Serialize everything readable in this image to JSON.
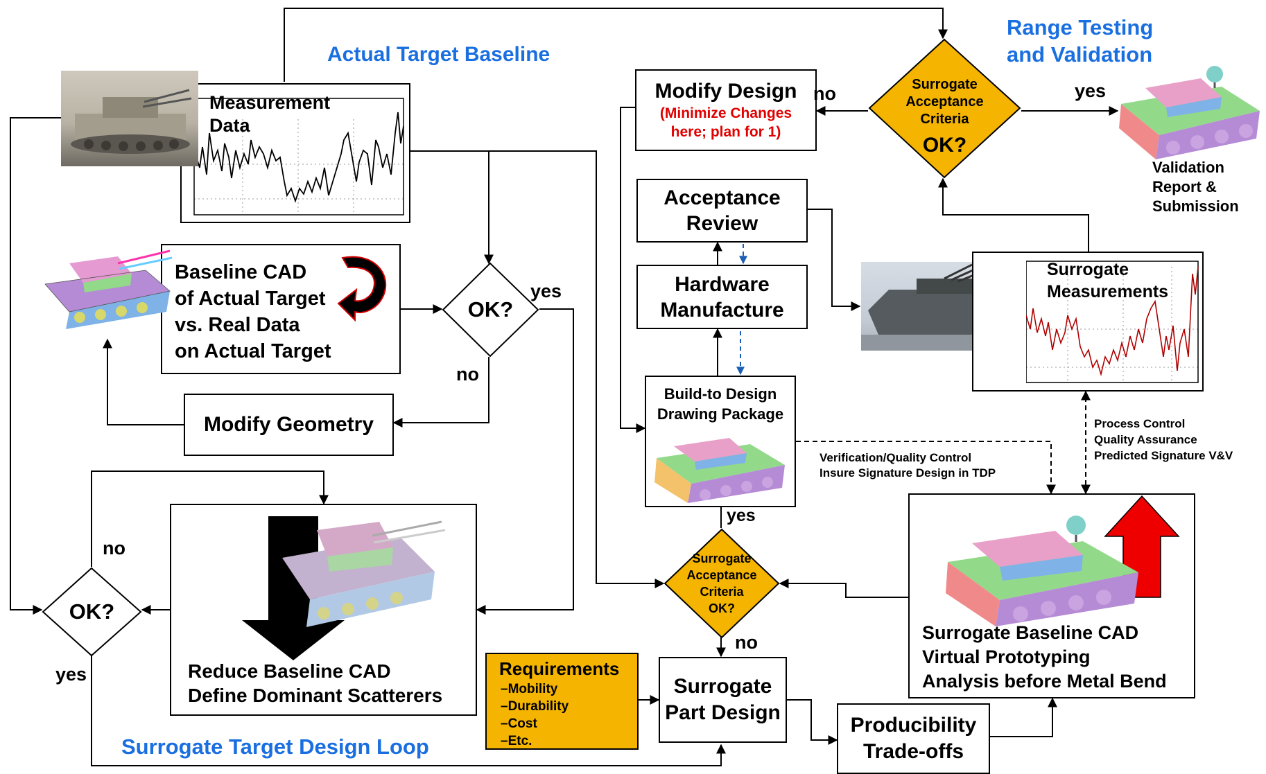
{
  "headings": {
    "actual_target_baseline": "Actual Target Baseline",
    "range_testing": [
      "Range Testing",
      "and Validation"
    ],
    "surrogate_loop": "Surrogate Target  Design Loop"
  },
  "boxes": {
    "measurement_data": [
      "Measurement",
      "Data"
    ],
    "baseline_cad": [
      "Baseline CAD",
      "of Actual Target",
      "vs. Real Data",
      "on Actual Target"
    ],
    "modify_geometry": "Modify Geometry",
    "reduce_cad": [
      "Reduce Baseline CAD",
      "Define Dominant Scatterers"
    ],
    "modify_design_title": "Modify Design",
    "modify_design_note": [
      "(Minimize Changes",
      "here; plan for 1)"
    ],
    "acceptance_review": [
      "Acceptance",
      "Review"
    ],
    "hardware_manufacture": [
      "Hardware",
      "Manufacture"
    ],
    "build_to_design": [
      "Build-to Design",
      "Drawing Package"
    ],
    "surrogate_measurements": [
      "Surrogate",
      "Measurements"
    ],
    "validation_report": [
      "Validation",
      "Report &",
      "Submission"
    ],
    "requirements_title": "Requirements",
    "requirements_items": [
      "–Mobility",
      "–Durability",
      "–Cost",
      "–Etc."
    ],
    "surrogate_part_design": [
      "Surrogate",
      "Part Design"
    ],
    "producibility": [
      "Producibility",
      "Trade-offs"
    ],
    "surrogate_baseline_cad": [
      "Surrogate Baseline CAD",
      "Virtual Prototyping",
      "Analysis before Metal Bend"
    ]
  },
  "decisions": {
    "ok_baseline": "OK?",
    "ok_reduce": "OK?",
    "surrogate_top": [
      "Surrogate",
      "Acceptance",
      "Criteria"
    ],
    "surrogate_top_ok": "OK?",
    "surrogate_mid": [
      "Surrogate",
      "Acceptance",
      "Criteria",
      "OK?"
    ]
  },
  "edge_labels": {
    "yes_baseline": "yes",
    "no_baseline": "no",
    "no_reduce": "no",
    "yes_reduce": "yes",
    "no_top": "no",
    "yes_top": "yes",
    "yes_mid": "yes",
    "no_mid": "no"
  },
  "notes": {
    "verification": [
      "Verification/Quality Control",
      "Insure Signature Design in TDP"
    ],
    "process_control": [
      "Process Control",
      "Quality Assurance",
      "Predicted Signature V&V"
    ]
  },
  "colors": {
    "heading_blue": "#1a6fe0",
    "decision_fill": "#f4b400",
    "requirements_fill": "#f4b400",
    "note_red": "#e00000",
    "measure_line": "#000000",
    "surrogate_line": "#b00000"
  }
}
